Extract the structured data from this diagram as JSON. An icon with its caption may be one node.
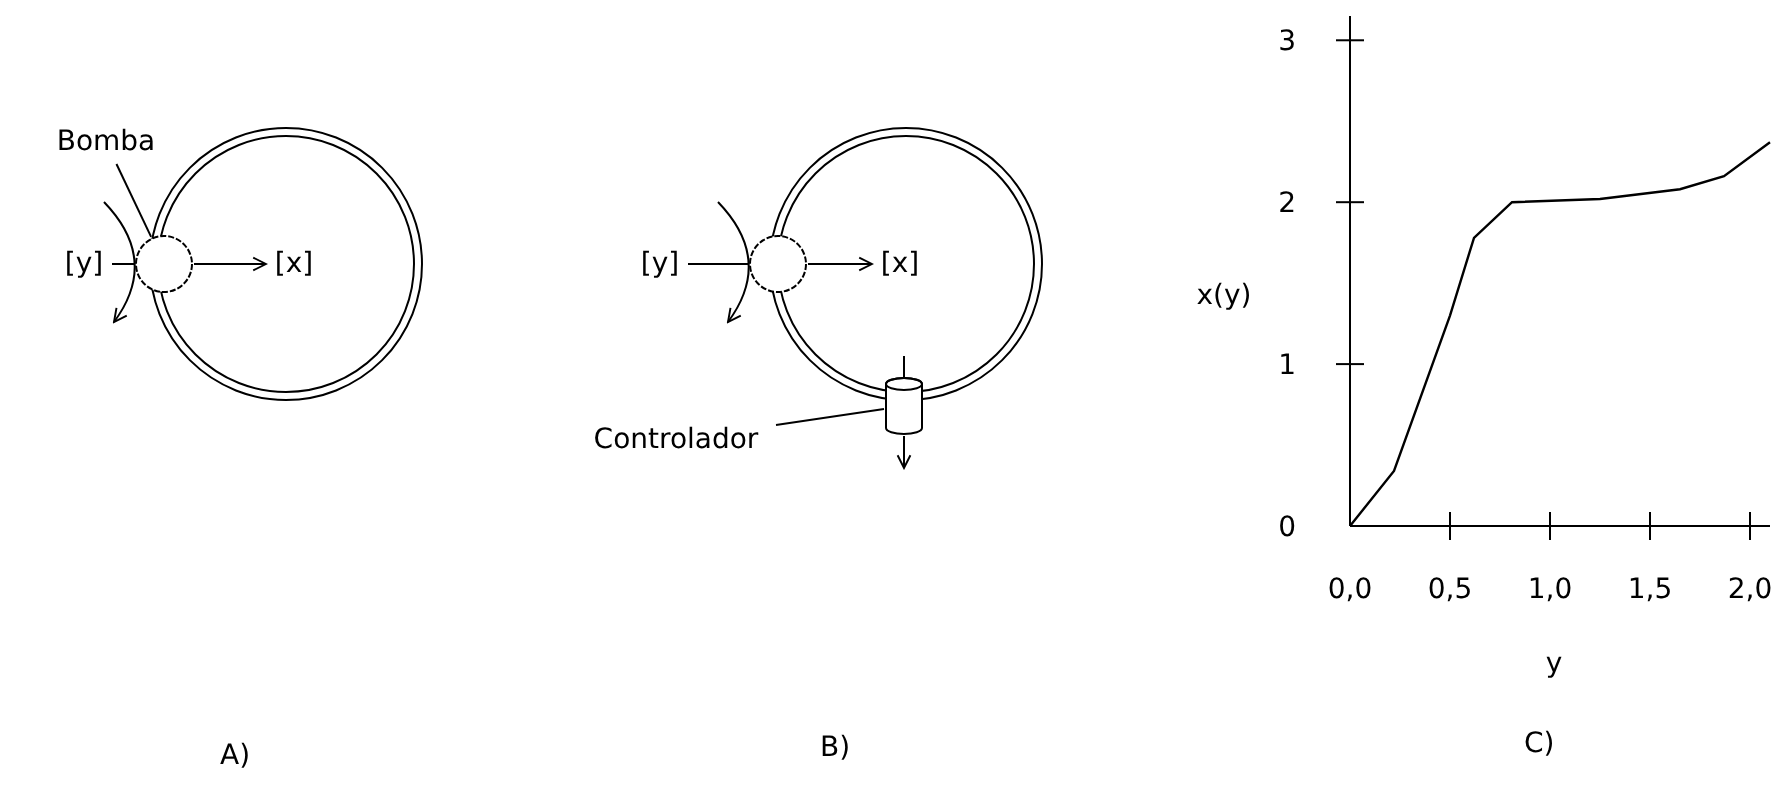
{
  "diagram": {
    "nodes": [
      {
        "text": [
          "[y]"
        ]
      },
      {
        "text": [
          "[x]"
        ]
      },
      {
        "text": [
          "Bomba"
        ]
      },
      {
        "text": [],
        "shape": "circle"
      },
      {
        "text": [
          "[y]"
        ]
      },
      {
        "text": [
          "[x]"
        ]
      },
      {
        "text": [],
        "shape": "circle"
      },
      {
        "text": [
          "Controlador"
        ]
      },
      {
        "text": [],
        "shape": "cylinder"
      }
    ],
    "edges": [
      {
        "from": 0,
        "to": 3,
        "arrow": "none"
      },
      {
        "from": 3,
        "to": 1,
        "arrow": "to"
      },
      {
        "from": 2,
        "to": 3,
        "arrow": "none"
      },
      {
        "from": 4,
        "to": 6,
        "arrow": "none"
      },
      {
        "from": 6,
        "to": 5,
        "arrow": "to"
      },
      {
        "from": 7,
        "to": 8,
        "arrow": "none"
      }
    ],
    "labels": [
      "A)",
      "B)",
      "C)"
    ],
    "chart_data": {
      "type": "line",
      "xlabel": "y",
      "ylabel": "x(y)",
      "x": [
        0,
        0.22,
        0.5,
        0.62,
        0.81,
        1.25,
        1.65,
        1.87,
        2.1
      ],
      "series": [
        {
          "color": "#000000",
          "values": [
            0,
            0.34,
            1.3,
            1.78,
            2.0,
            2.02,
            2.08,
            2.16,
            2.37
          ]
        }
      ],
      "xlim": [
        0,
        2.1
      ],
      "ylim": [
        0,
        3.15
      ],
      "xticks": [
        {
          "value": 0,
          "label": "0,0"
        },
        {
          "value": 0.5,
          "label": "0,5"
        },
        {
          "value": 1,
          "label": "1,0"
        },
        {
          "value": 1.5,
          "label": "1,5"
        },
        {
          "value": 2,
          "label": "2,0"
        }
      ],
      "yticks": [
        0,
        1,
        2,
        3
      ]
    }
  }
}
